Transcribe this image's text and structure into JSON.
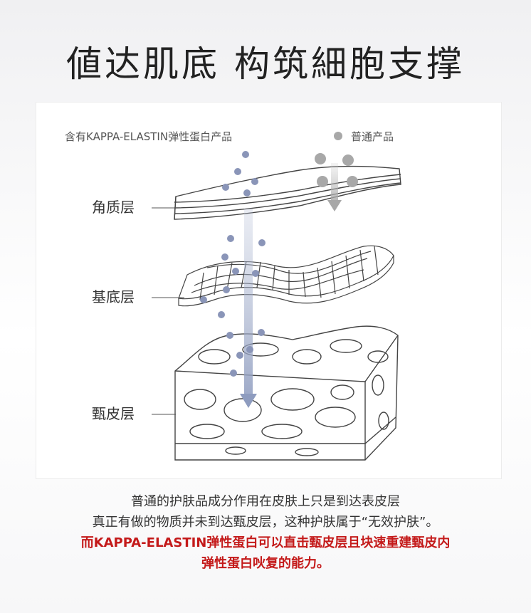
{
  "headline": "値达肌底 构筑細胞支撑",
  "legend": {
    "kappa_label": "含有KAPPA-ELASTIN弹性蛋白产品",
    "normal_label": "普通产品"
  },
  "layers": {
    "stratum_corneum": "角质层",
    "basal": "基底层",
    "dermis": "甄皮层"
  },
  "description": {
    "line1": "普通的护肤品成分作用在皮肤上只是到达表皮层",
    "line2": "真正有做的物质并未到达甄皮层，这种护肤属于“无效护肤”。",
    "line3": "而KAPPA-ELASTIN弹性蛋白可以直击甄皮层且块速重建甄皮内",
    "line4": "弹性蛋白吙复的能力。"
  },
  "colors": {
    "kappa_dot": "#8a95b8",
    "normal_dot": "#a8a8a8",
    "highlight_text": "#c41a1a",
    "arrow_blue": "#9aa7c4"
  }
}
